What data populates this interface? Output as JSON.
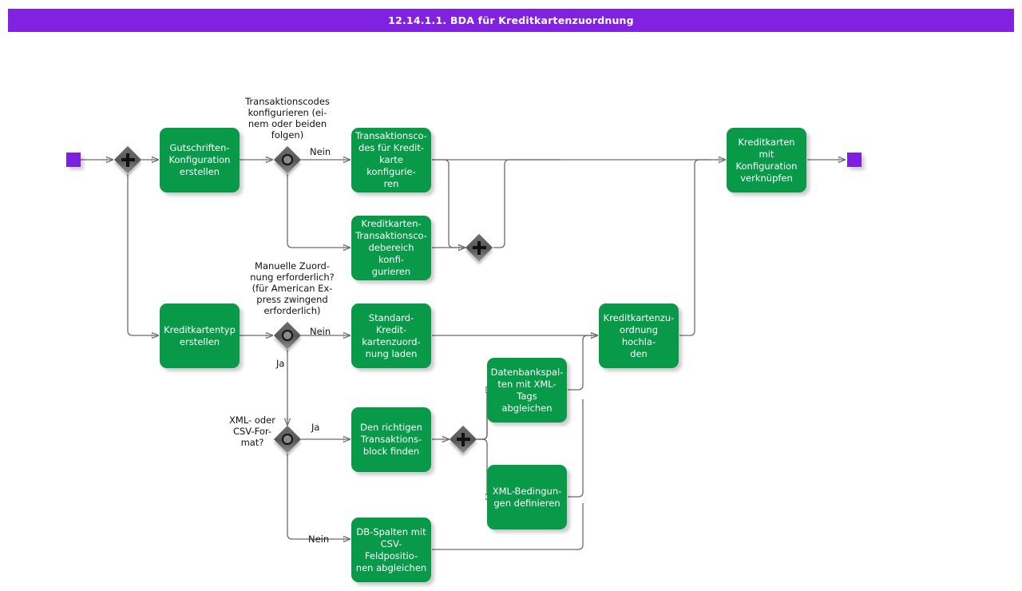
{
  "header": {
    "title": "12.14.1.1. BDA für Kreditkartenzuordnung"
  },
  "colors": {
    "title_bar": "#8022e0",
    "task_fill": "#089949",
    "task_text": "#ffffff",
    "marker_fill": "#7c1fe0",
    "gateway_fill": "#5a5a5a",
    "edge_stroke": "#6b6b6b",
    "label_text": "#111111",
    "canvas": "#ffffff"
  },
  "markers": {
    "start": "start-event",
    "end": "end-event"
  },
  "gateways": [
    {
      "id": "and-split-1",
      "type": "and",
      "glyph": "plus"
    },
    {
      "id": "xor-transaktionscodes",
      "type": "xor",
      "glyph": "circle"
    },
    {
      "id": "and-join-1",
      "type": "and",
      "glyph": "plus"
    },
    {
      "id": "xor-manuelle-zuordnung",
      "type": "xor",
      "glyph": "circle"
    },
    {
      "id": "xor-xml-csv",
      "type": "xor",
      "glyph": "circle"
    },
    {
      "id": "and-split-2",
      "type": "and",
      "glyph": "plus"
    }
  ],
  "tasks": {
    "gutschriften": "Gutschriften-\nKonfiguration\nerstellen",
    "transaktionscodes_kreditkarte": "Transaktionsco-\ndes für Kredit-\nkarte konfigurie-\nren",
    "kreditkarten_transaktionscodebereich": "Kreditkarten-\nTransaktionsco-\ndebereich konfi-\ngurieren",
    "kreditkartentyp": "Kreditkartentyp\nerstellen",
    "standard_zuordnung": "Standard-Kredit-\nkartenzuord-\nnung laden",
    "transaktionsblock": "Den richtigen\nTransaktions-\nblock finden",
    "datenbankspalten": "Datenbankspal-\nten mit XML-\nTags abgleichen",
    "xml_bedingungen": "XML-Bedingun-\ngen definieren",
    "db_spalten_csv": "DB-Spalten mit\nCSV-Feldpositio-\nnen abgleichen",
    "zuordnung_hochladen": "Kreditkartenzu-\nordnung hochla-\nden",
    "kreditkarten_verknuepfen": "Kreditkarten mit\nKonfiguration\nverknüpfen"
  },
  "labels": {
    "transaktionscodes_question": "Transaktionscodes\nkonfigurieren (ei-\nnem oder beiden\nfolgen)",
    "transaktionscodes_nein": "Nein",
    "manuelle_zuordnung_question": "Manuelle Zuord-\nnung erforderlich?\n(für American Ex-\npress zwingend\nerforderlich)",
    "manuelle_nein": "Nein",
    "manuelle_ja": "Ja",
    "xml_csv_question": "XML- oder\nCSV-For-\nmat?",
    "xml_csv_ja": "Ja",
    "xml_csv_nein": "Nein"
  }
}
